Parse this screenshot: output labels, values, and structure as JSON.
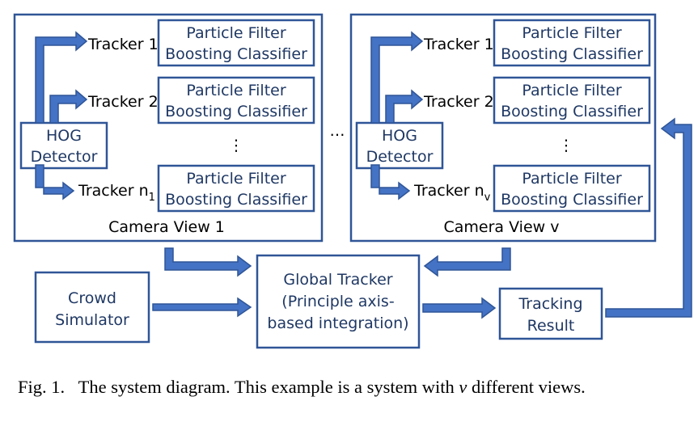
{
  "views": [
    {
      "title": "Camera View 1",
      "detector": [
        "HOG",
        "Detector"
      ],
      "trackers": [
        {
          "name": "Tracker 1",
          "sub": ""
        },
        {
          "name": "Tracker 2",
          "sub": ""
        },
        {
          "name": "Tracker n",
          "sub": "1"
        }
      ],
      "vdots": "⋮"
    },
    {
      "title": "Camera View v",
      "detector": [
        "HOG",
        "Detector"
      ],
      "trackers": [
        {
          "name": "Tracker 1",
          "sub": ""
        },
        {
          "name": "Tracker 2",
          "sub": ""
        },
        {
          "name": "Tracker n",
          "sub": "v"
        }
      ],
      "vdots": "⋮"
    }
  ],
  "filter_box": [
    "Particle Filter",
    "Boosting Classifier"
  ],
  "hdots": "…",
  "crowd_simulator": [
    "Crowd",
    "Simulator"
  ],
  "global_tracker": [
    "Global Tracker",
    "(Principle axis-",
    "based integration)"
  ],
  "tracking_result": [
    "Tracking",
    "Result"
  ],
  "caption": {
    "fig": "Fig. 1.",
    "text": "The system diagram. This example is a system with",
    "var": "v",
    "tail": "different views."
  },
  "colors": {
    "box_border": "#2f5597",
    "arrow_fill": "#4472c4",
    "text": "#1f3864"
  }
}
